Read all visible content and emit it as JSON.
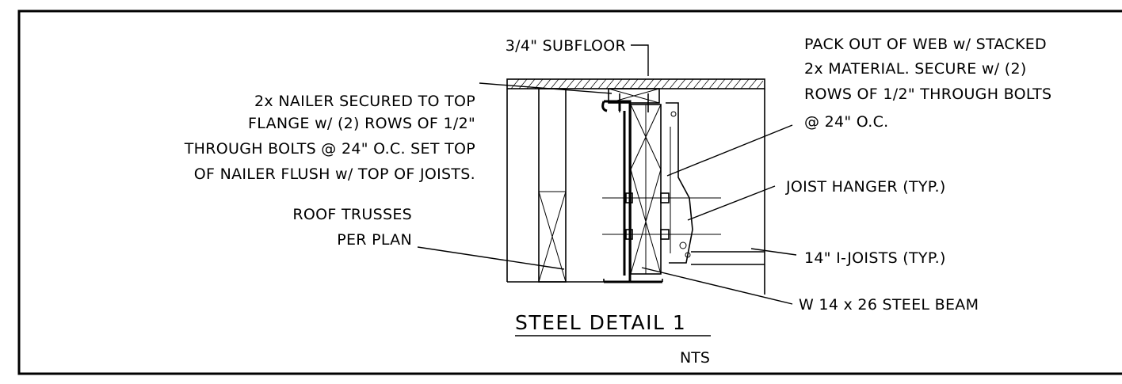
{
  "title": "STEEL DETAIL 1",
  "scale": "NTS",
  "notes": {
    "subfloor": [
      "3/4\" SUBFLOOR"
    ],
    "nailer": [
      "2x NAILER SECURED TO TOP",
      "FLANGE w/ (2) ROWS OF 1/2\"",
      "THROUGH BOLTS @ 24\" O.C. SET TOP",
      "OF NAILER FLUSH w/ TOP OF JOISTS."
    ],
    "trusses": [
      "ROOF TRUSSES",
      "PER PLAN"
    ],
    "packout": [
      "PACK OUT OF WEB w/ STACKED",
      "2x MATERIAL. SECURE w/ (2)",
      "ROWS OF 1/2\" THROUGH BOLTS",
      "@ 24\" O.C."
    ],
    "hanger": [
      "JOIST HANGER (TYP.)"
    ],
    "joists": [
      "14\" I-JOISTS (TYP.)"
    ],
    "beam": [
      "W 14 x 26 STEEL BEAM"
    ]
  }
}
